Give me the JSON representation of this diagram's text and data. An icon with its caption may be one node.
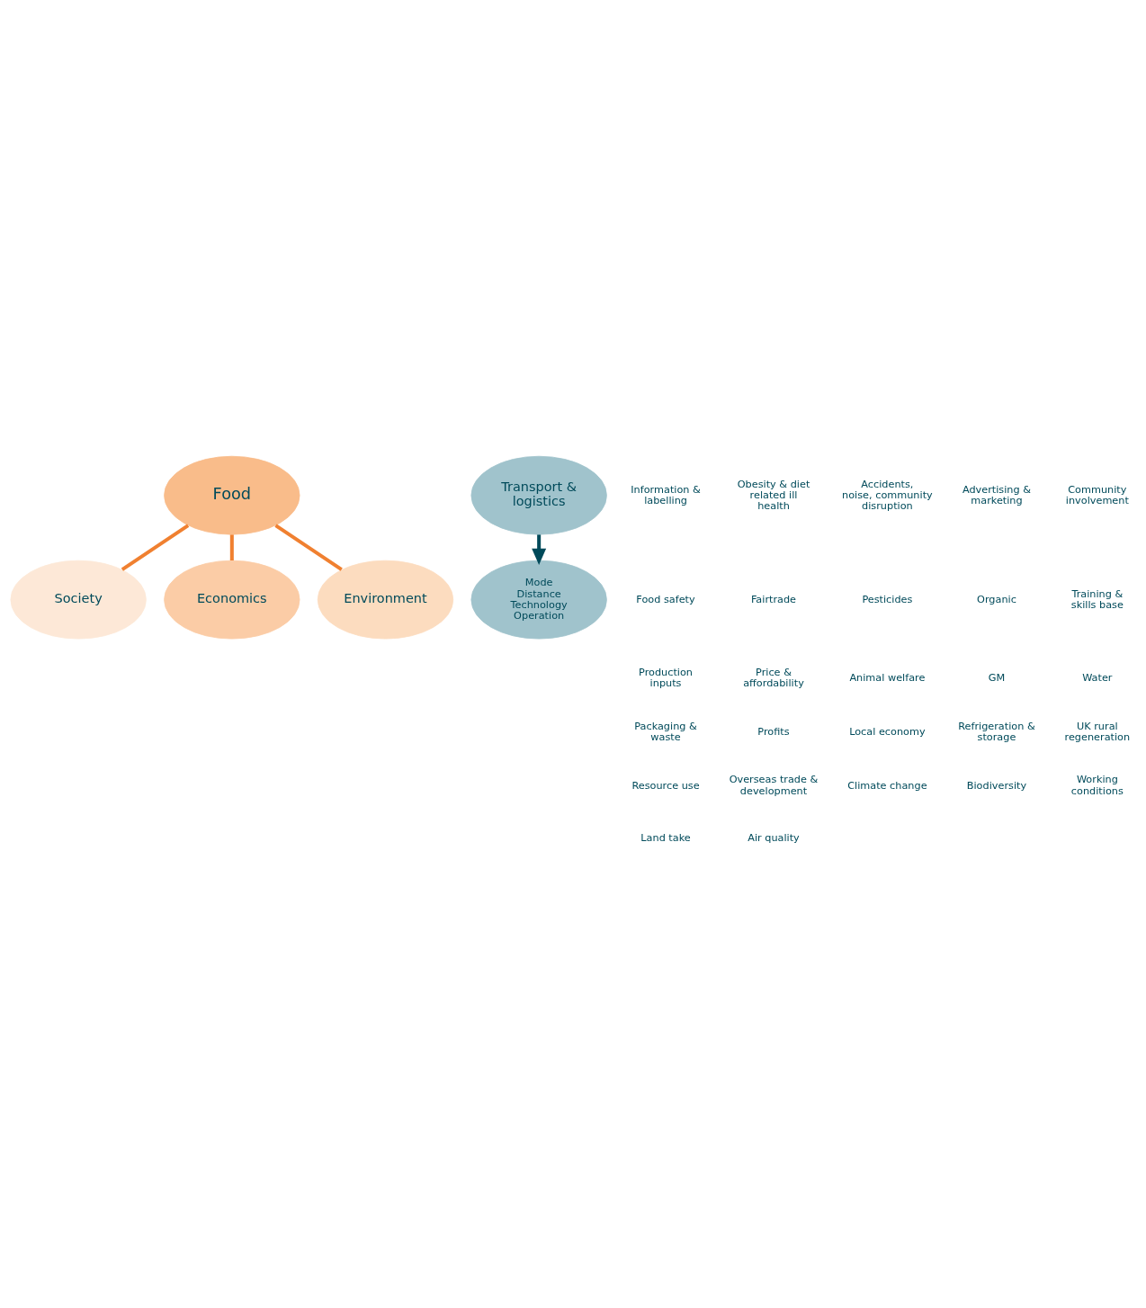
{
  "diagram": {
    "nodes": [
      {
        "text": [
          "Food"
        ]
      },
      {
        "text": [
          "Society"
        ]
      },
      {
        "text": [
          "Economics"
        ]
      },
      {
        "text": [
          "Environment"
        ]
      },
      {
        "text": [
          "Transport & logistics"
        ]
      },
      {
        "text": [
          "Mode",
          "Distance",
          "Technology",
          "Operation"
        ]
      }
    ],
    "edges": [
      {
        "from": 0,
        "to": 1,
        "arrow": "none"
      },
      {
        "from": 0,
        "to": 2,
        "arrow": "none"
      },
      {
        "from": 0,
        "to": 3,
        "arrow": "none"
      },
      {
        "from": 4,
        "to": 5,
        "arrow": "to",
        "color": "#004a5a"
      }
    ],
    "labels": [
      "Information & labelling",
      "Obesity & diet related ill health",
      "Accidents, noise, community disruption",
      "Advertising & marketing",
      "Community involvement",
      "Food safety",
      "Fairtrade",
      "Pesticides",
      "Organic",
      "Training & skills base",
      "Production inputs",
      "Price & affordability",
      "Animal welfare",
      "GM",
      "Water",
      "Packaging & waste",
      "Profits",
      "Local economy",
      "Refrigeration & storage",
      "UK rural regeneration",
      "Resource use",
      "Overseas trade & development",
      "Climate change",
      "Biodiversity",
      "Working conditions",
      "Land take",
      "Air quality"
    ]
  }
}
